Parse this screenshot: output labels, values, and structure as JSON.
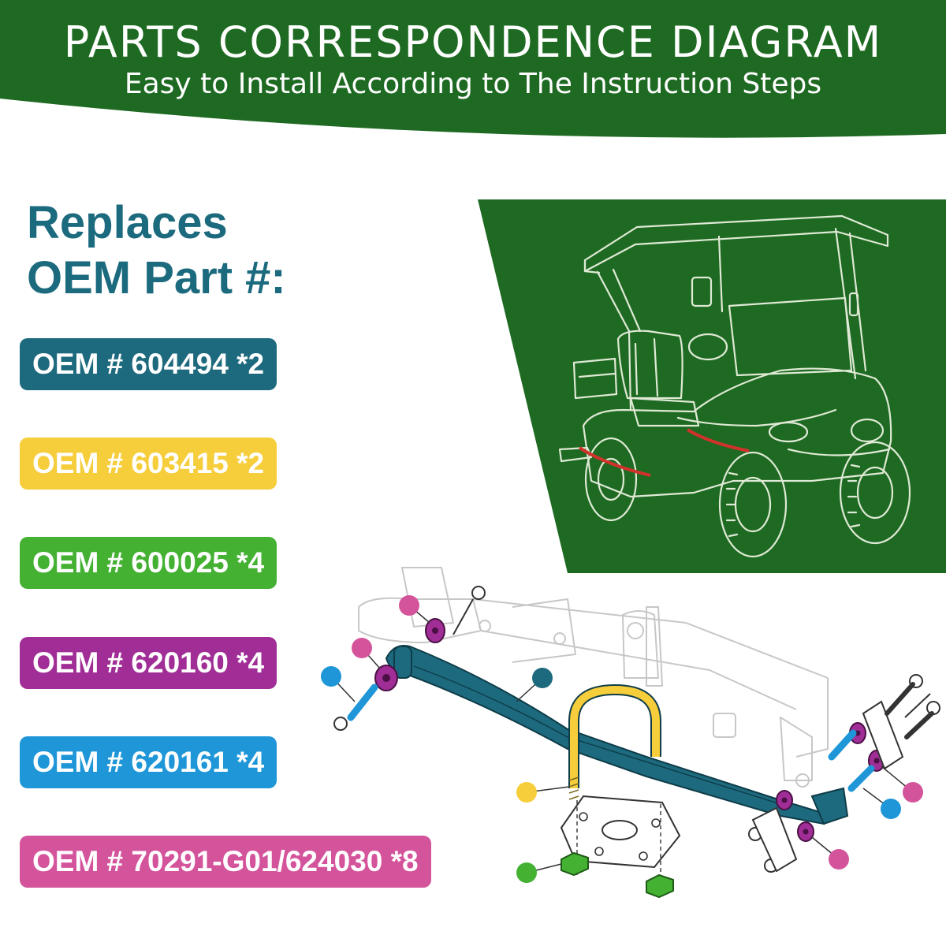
{
  "header": {
    "title": "PARTS CORRESPONDENCE DIAGRAM",
    "subtitle": "Easy to Install According to The Instruction Steps"
  },
  "replaces": {
    "line1": "Replaces",
    "line2": "OEM Part #:"
  },
  "parts": [
    {
      "label": "OEM # 604494 *2",
      "color": "#1d6a7e"
    },
    {
      "label": "OEM # 603415 *2",
      "color": "#f6cd3b"
    },
    {
      "label": "OEM # 600025 *4",
      "color": "#44b133"
    },
    {
      "label": "OEM # 620160 *4",
      "color": "#a02e96"
    },
    {
      "label": "OEM # 620161 *4",
      "color": "#1e96d8"
    },
    {
      "label": "OEM # 70291-G01/624030 *8",
      "color": "#d4549c"
    }
  ],
  "colors": {
    "banner": "#1e6a22",
    "panel": "#1e6a22",
    "heading": "#1b6a7e"
  },
  "icons": {
    "cart": "golf-cart-outline-icon",
    "exploded": "leaf-spring-exploded-view"
  }
}
